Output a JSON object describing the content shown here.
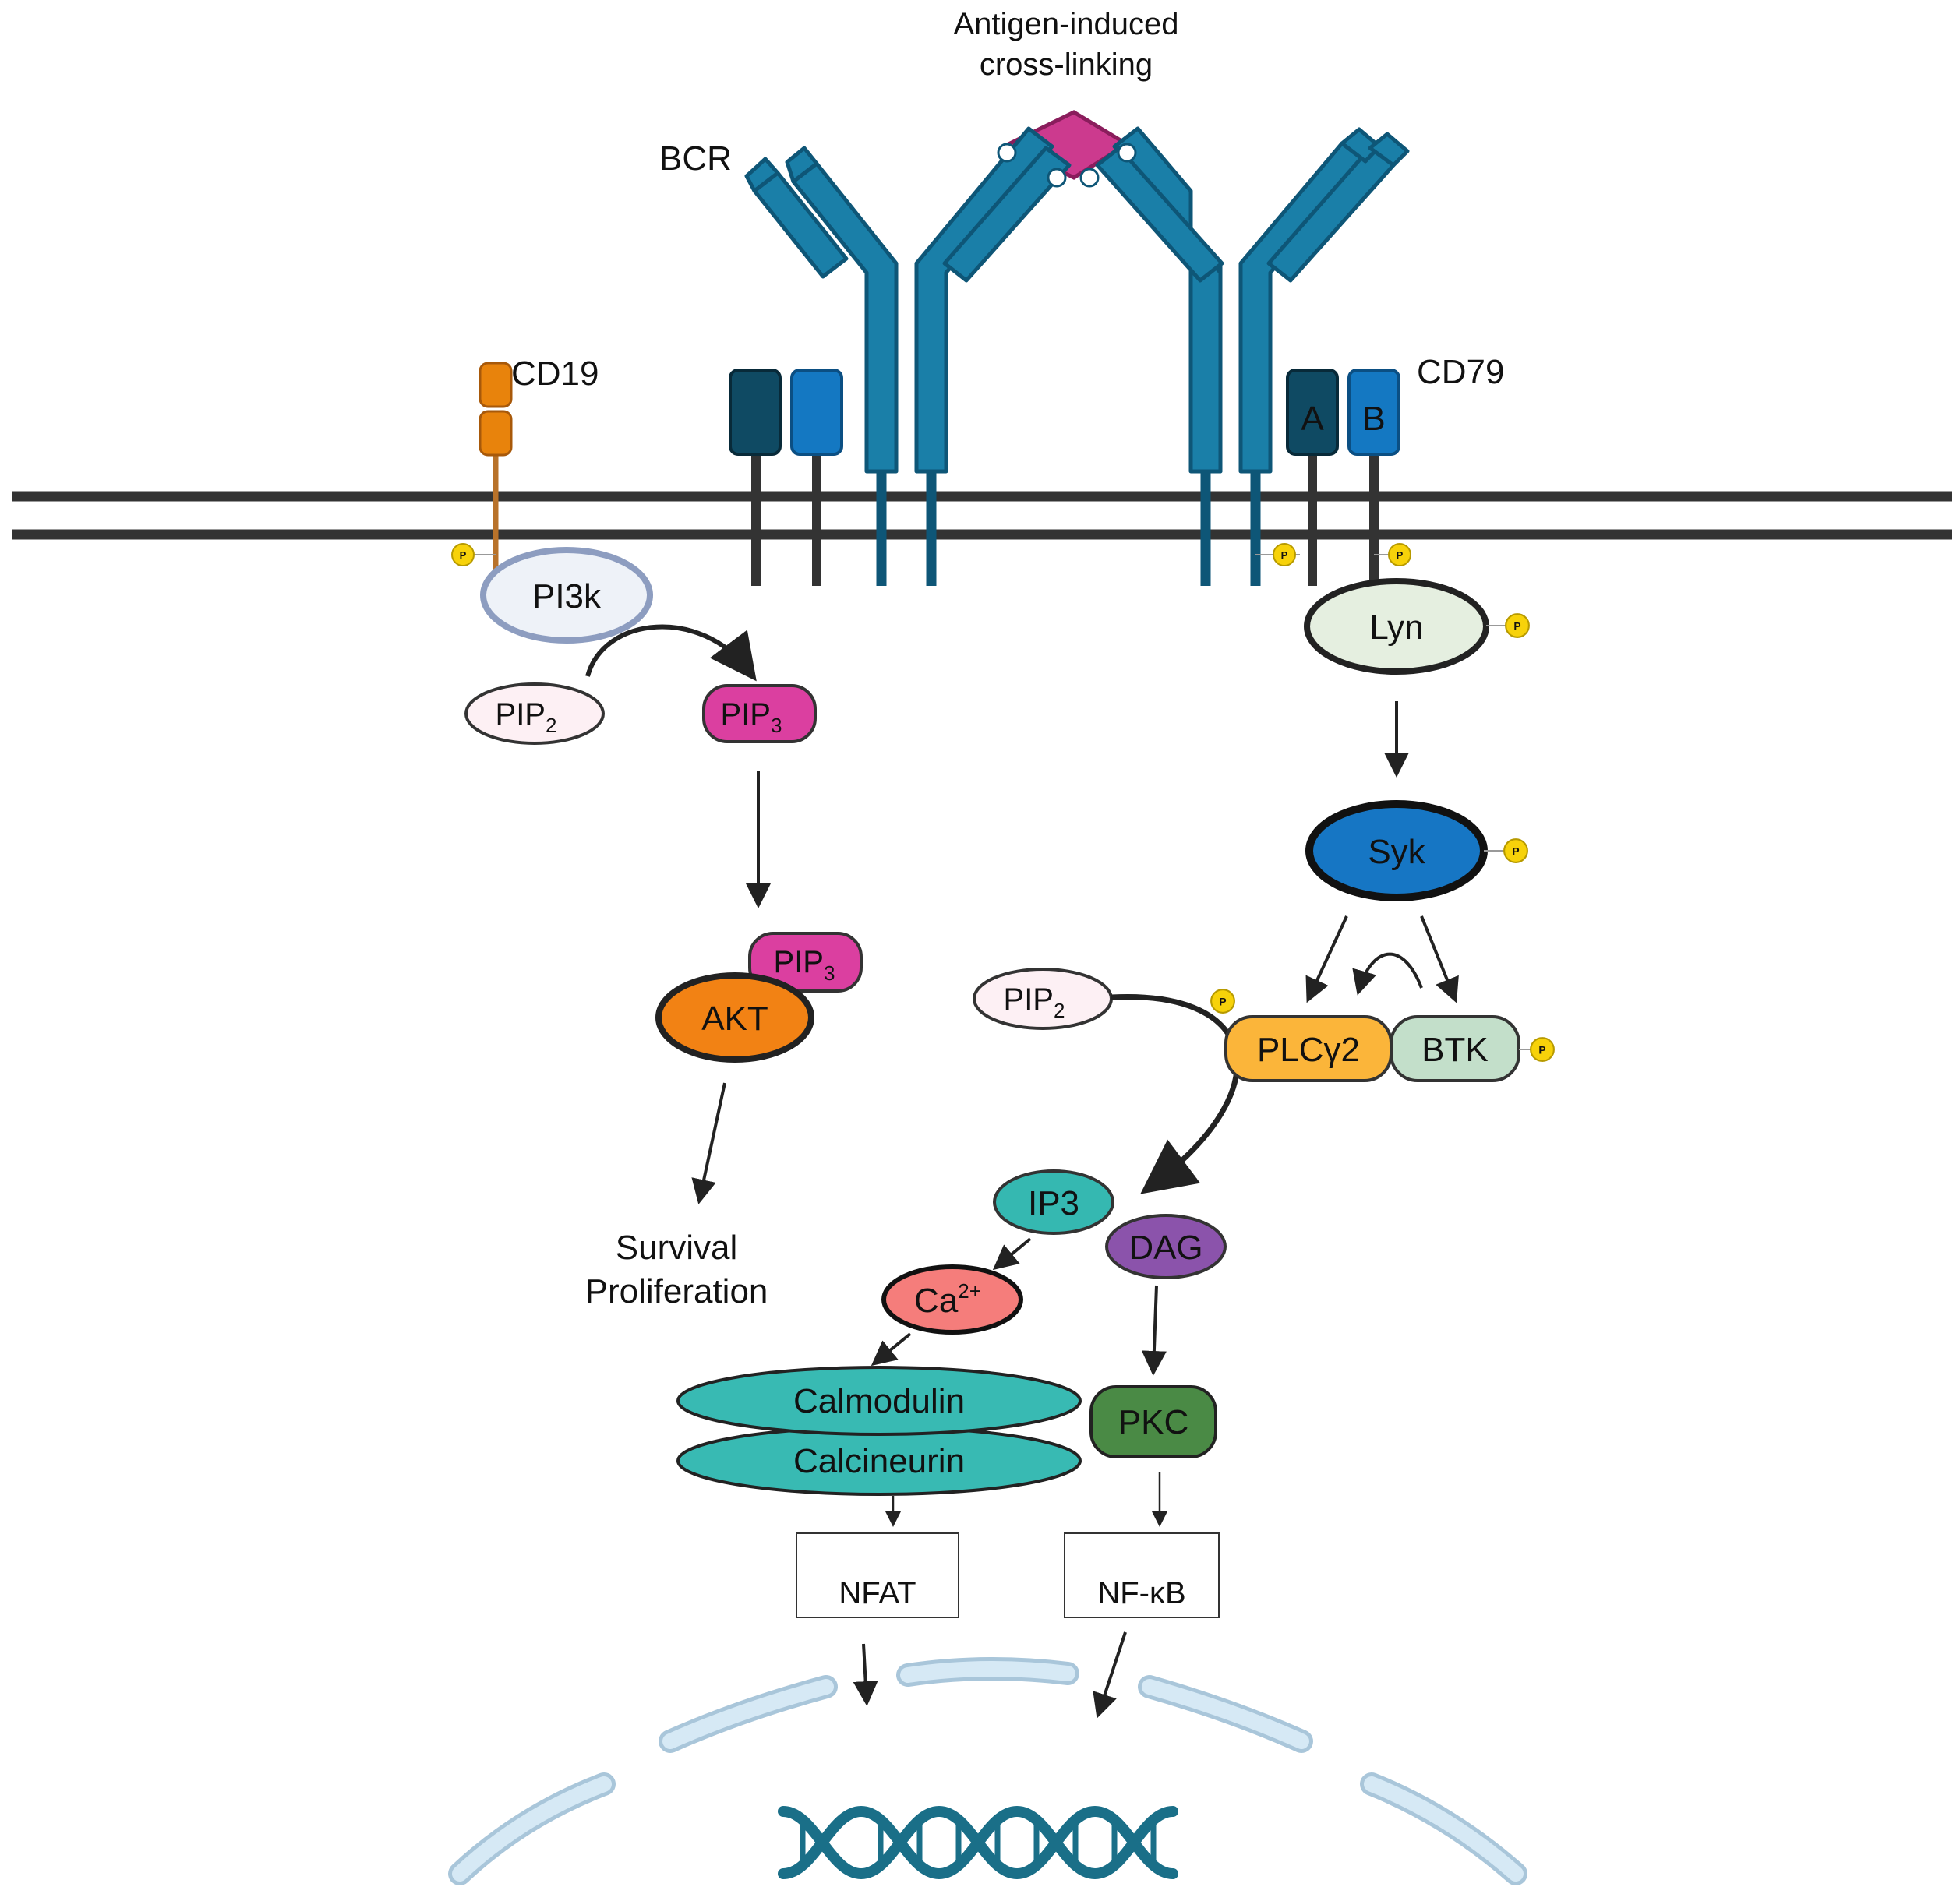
{
  "labels": {
    "antigen_line1": "Antigen-induced",
    "antigen_line2": "cross-linking",
    "bcr": "BCR",
    "cd19": "CD19",
    "cd79": "CD79",
    "cd79a": "A",
    "cd79b": "B",
    "pi3k": "PI3k",
    "pip2_left": "PIP",
    "pip2_left_sub": "2",
    "pip3_top": "PIP",
    "pip3_top_sub": "3",
    "pip3_akt": "PIP",
    "pip3_akt_sub": "3",
    "akt": "AKT",
    "survival": "Survival",
    "proliferation": "Proliferation",
    "lyn": "Lyn",
    "syk": "Syk",
    "pip2_right": "PIP",
    "pip2_right_sub": "2",
    "plcg2": "PLCγ2",
    "btk": "BTK",
    "ip3": "IP3",
    "dag": "DAG",
    "ca": "Ca",
    "ca_sup": "2+",
    "calmodulin": "Calmodulin",
    "calcineurin": "Calcineurin",
    "pkc": "PKC",
    "nfat": "NFAT",
    "nfkb": "NF-κB",
    "phospho": "P"
  },
  "colors": {
    "membrane": "#333333",
    "receptor": "#1a7fa8",
    "receptor_dark": "#0e5677",
    "cd79a": "#0f4a63",
    "cd79b": "#1478c2",
    "cd19": "#e8830c",
    "antigen": "#cc3a8e",
    "pi3k_fill": "#eef2f8",
    "pi3k_stroke": "#8d9dc0",
    "pip2_fill": "#fdf0f4",
    "pip3_fill": "#db3fa0",
    "akt_fill": "#f28214",
    "lyn_fill": "#e5efe0",
    "syk_fill": "#1676c4",
    "plcg2_fill": "#fbb53a",
    "btk_fill": "#c3dfca",
    "ip3_fill": "#35b8b1",
    "dag_fill": "#8b53ab",
    "ca_fill": "#f57d7b",
    "calm_fill": "#38bab3",
    "pkc_fill": "#4a8a45",
    "phospho_fill": "#f7d20a",
    "nucleus": "#d6e9f5",
    "nucleus_stroke": "#a9c6da",
    "dna": "#1a6f88"
  }
}
